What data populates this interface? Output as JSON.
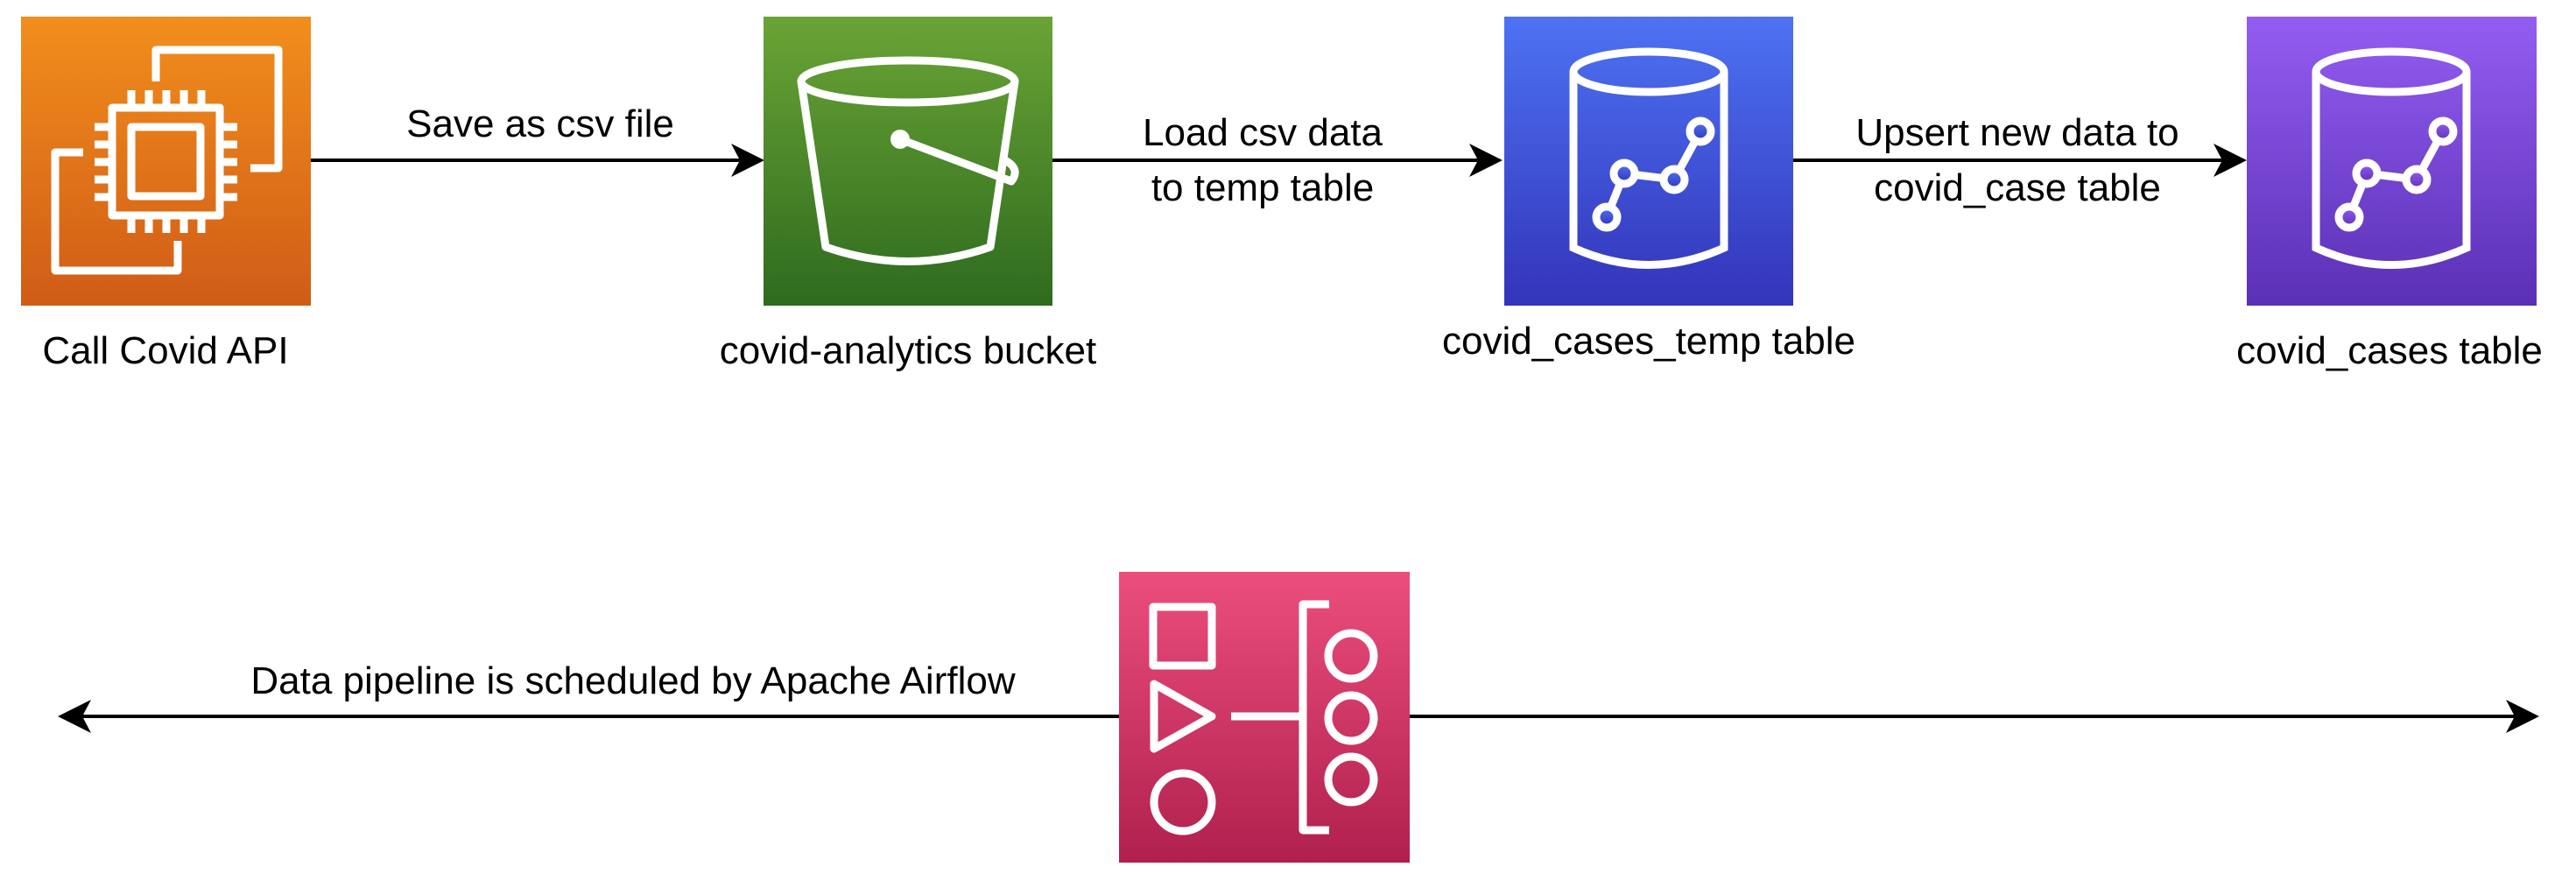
{
  "nodes": {
    "ec2": {
      "label": "Call Covid API",
      "icon": "ec2-instance-icon",
      "gradient": [
        "#F28E1C",
        "#D05C17"
      ]
    },
    "s3": {
      "label": "covid-analytics bucket",
      "icon": "s3-bucket-icon",
      "gradient": [
        "#6AA436",
        "#2E6B1E"
      ]
    },
    "temp": {
      "label": "covid_cases_temp table",
      "icon": "database-icon",
      "gradient": [
        "#4D72F3",
        "#3334B9"
      ]
    },
    "cases": {
      "label": "covid_cases table",
      "icon": "database-icon",
      "gradient": [
        "#945DF2",
        "#5A30B5"
      ]
    },
    "airflow": {
      "icon": "airflow-workflow-icon",
      "gradient": [
        "#EC4E7D",
        "#B0204E"
      ]
    }
  },
  "edges": {
    "save_csv": "Save as csv file",
    "load_line1": "Load csv data",
    "load_line2": "to temp table",
    "upsert_line1": "Upsert new data to",
    "upsert_line2": "covid_case table"
  },
  "schedule": {
    "label": "Data pipeline is scheduled by Apache Airflow"
  }
}
